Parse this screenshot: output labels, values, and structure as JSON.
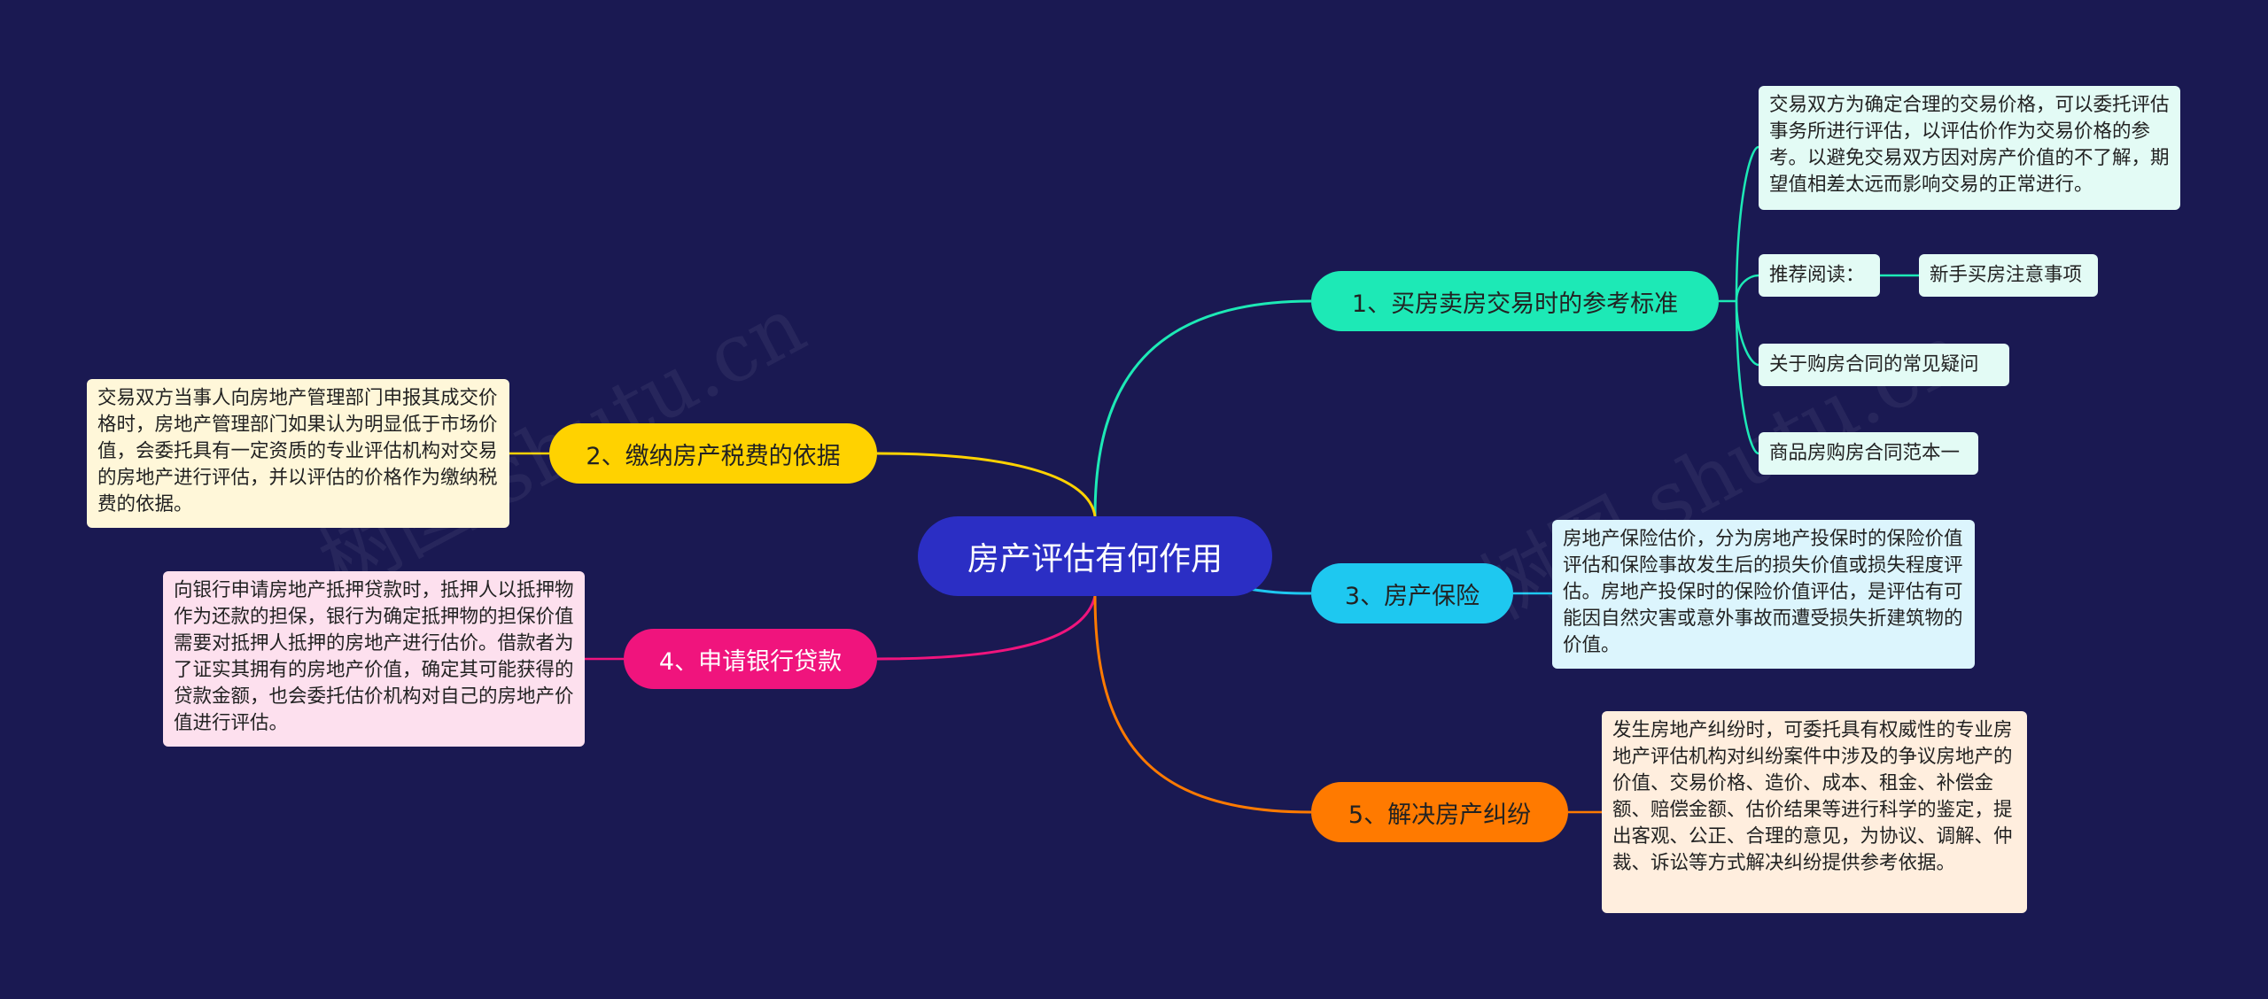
{
  "root": {
    "label": "房产评估有何作用"
  },
  "branches": [
    {
      "label": "1、买房卖房交易时的参考标准",
      "color": "#1de9b6",
      "leaves": [
        "交易双方为确定合理的交易价格，可以委托评估事务所进行评估，以评估价作为交易价格的参考。以避免交易双方因对房产价值的不了解，期望值相差太远而影响交易的正常进行。",
        "推荐阅读：",
        "关于购房合同的常见疑问",
        "商品房购房合同范本一"
      ],
      "sub_leaf": "新手买房注意事项",
      "leaf_bg": "#e3fbf5"
    },
    {
      "label": "2、缴纳房产税费的依据",
      "color": "#ffd200",
      "leaves": [
        "交易双方当事人向房地产管理部门申报其成交价格时，房地产管理部门如果认为明显低于市场价值，会委托具有一定资质的专业评估机构对交易的房地产进行评估，并以评估的价格作为缴纳税费的依据。"
      ],
      "leaf_bg": "#fff7d9"
    },
    {
      "label": "3、房产保险",
      "color": "#1ec8f0",
      "leaves": [
        "房地产保险估价，分为房地产投保时的保险价值评估和保险事故发生后的损失价值或损失程度评估。房地产投保时的保险价值评估，是评估有可能因自然灾害或意外事故而遭受损失折建筑物的价值。"
      ],
      "leaf_bg": "#dcf5fd"
    },
    {
      "label": "4、申请银行贷款",
      "color": "#f0147d",
      "leaves": [
        "向银行申请房地产抵押贷款时，抵押人以抵押物作为还款的担保，银行为确定抵押物的担保价值需要对抵押人抵押的房地产进行估价。借款者为了证实其拥有的房地产价值，确定其可能获得的贷款金额，也会委托估价机构对自己的房地产价值进行评估。"
      ],
      "leaf_bg": "#fde0ee"
    },
    {
      "label": "5、解决房产纠纷",
      "color": "#ff7a00",
      "leaves": [
        "发生房地产纠纷时，可委托具有权威性的专业房地产评估机构对纠纷案件中涉及的争议房地产的价值、交易价格、造价、成本、租金、补偿金额、赔偿金额、估价结果等进行科学的鉴定，提出客观、公正、合理的意见，为协议、调解、仲裁、诉讼等方式解决纠纷提供参考依据。"
      ],
      "leaf_bg": "#ffeede"
    }
  ],
  "watermark": "树图 shutu.cn"
}
